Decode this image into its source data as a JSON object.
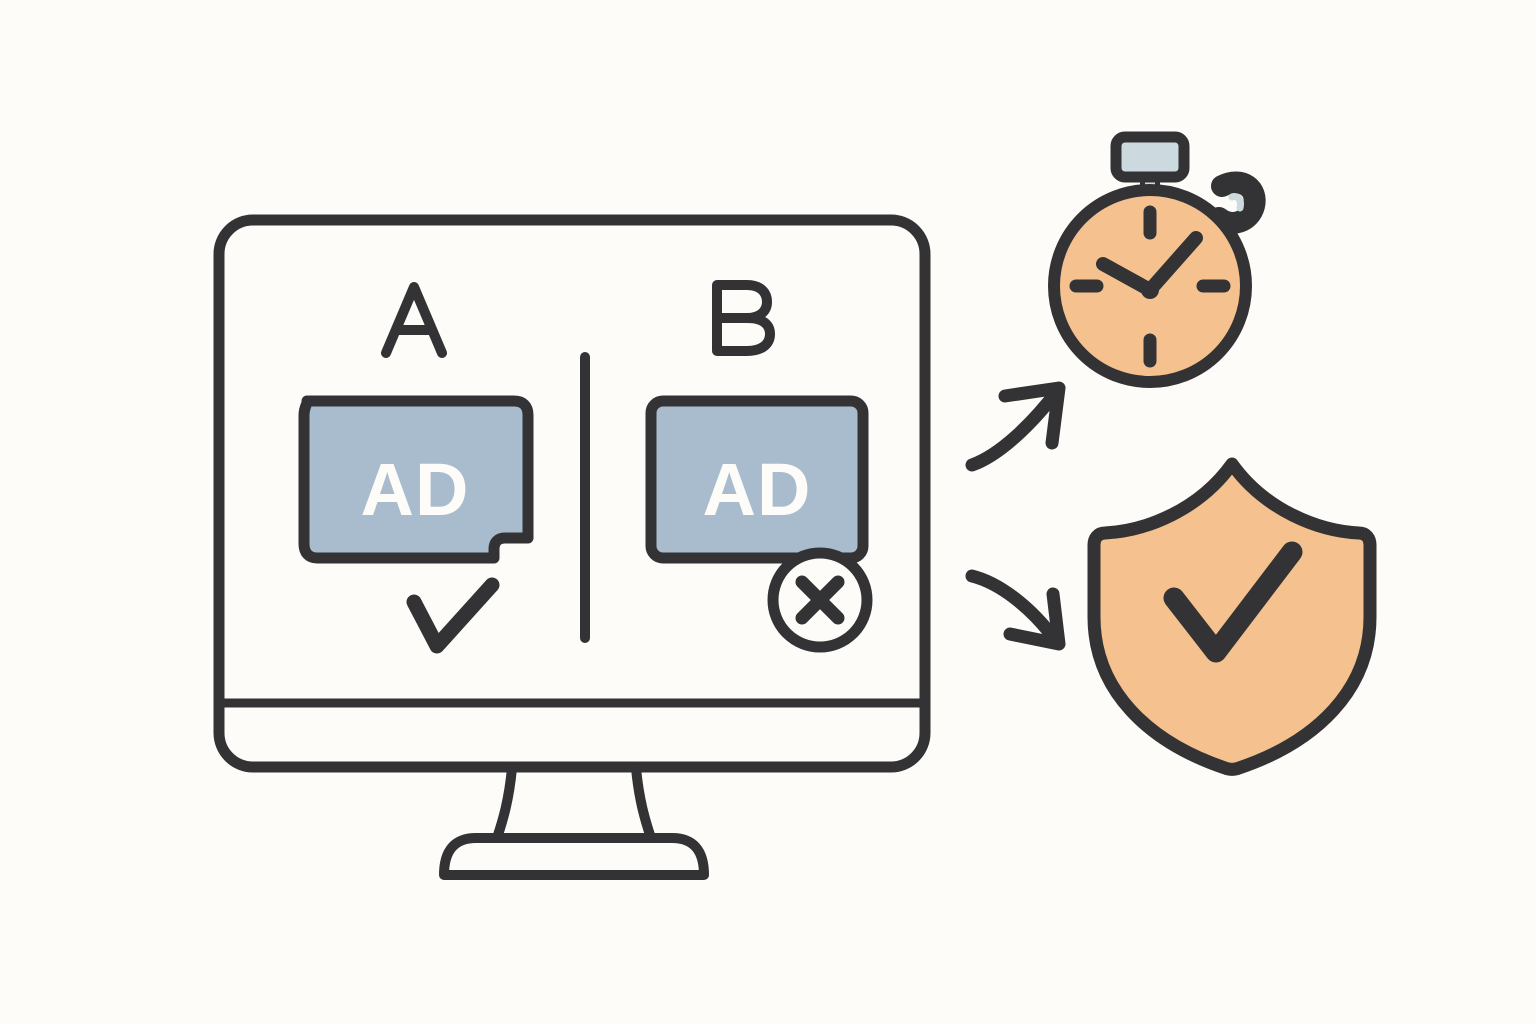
{
  "illustration": {
    "title": "A/B ad test on monitor with speed and safety outcomes",
    "background_color": "#fdfcf9",
    "ink_color": "#333335"
  },
  "monitor": {
    "name": "desktop-monitor",
    "screen": {
      "divider_label": "vertical-divider"
    },
    "variants": [
      {
        "id": "a",
        "label": "A",
        "ad_text": "AD",
        "ad_fill": "#a9bccd",
        "ad_text_color": "#fdfcf9",
        "result": "check",
        "result_meaning": "accepted"
      },
      {
        "id": "b",
        "label": "B",
        "ad_text": "AD",
        "ad_fill": "#a9bccd",
        "ad_text_color": "#fdfcf9",
        "result": "x-circle",
        "result_meaning": "rejected"
      }
    ]
  },
  "outcomes": [
    {
      "id": "speed",
      "icon": "stopwatch-icon",
      "fill": "#f5c28f",
      "accent_fill": "#ccd9de",
      "arrow": "arrow-up-right"
    },
    {
      "id": "safety",
      "icon": "shield-check-icon",
      "fill": "#f5c28f",
      "accent_fill": "#f5c28f",
      "arrow": "arrow-down-right"
    }
  ],
  "colors": {
    "background": "#fdfcf9",
    "ink": "#333335",
    "ad_panel": "#a9bccd",
    "orange": "#f5c28f",
    "pale_blue": "#ccd9de",
    "white": "#fdfcf9"
  }
}
